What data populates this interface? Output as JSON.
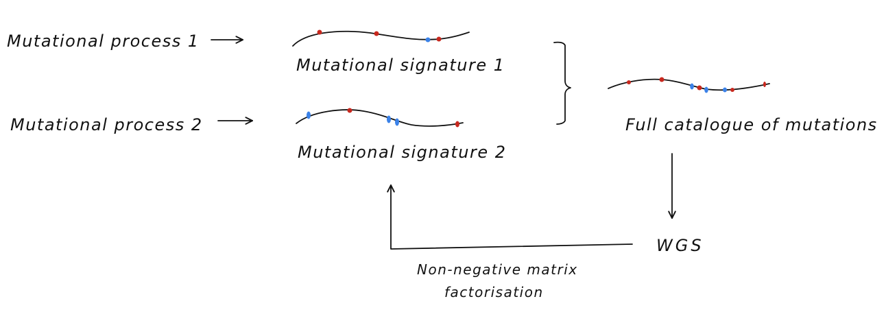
{
  "colors": {
    "ink": "#111111",
    "mutation_red": "#c8281e",
    "mutation_blue": "#3b82e8"
  },
  "labels": {
    "process_1": "Mutational process 1",
    "process_2": "Mutational process 2",
    "signature_1": "Mutational signature 1",
    "signature_2": "Mutational signature 2",
    "full_catalogue": "Full catalogue of mutations",
    "wgs": "WGS",
    "nmf_line_1": "Non-negative matrix",
    "nmf_line_2": "factorisation"
  }
}
